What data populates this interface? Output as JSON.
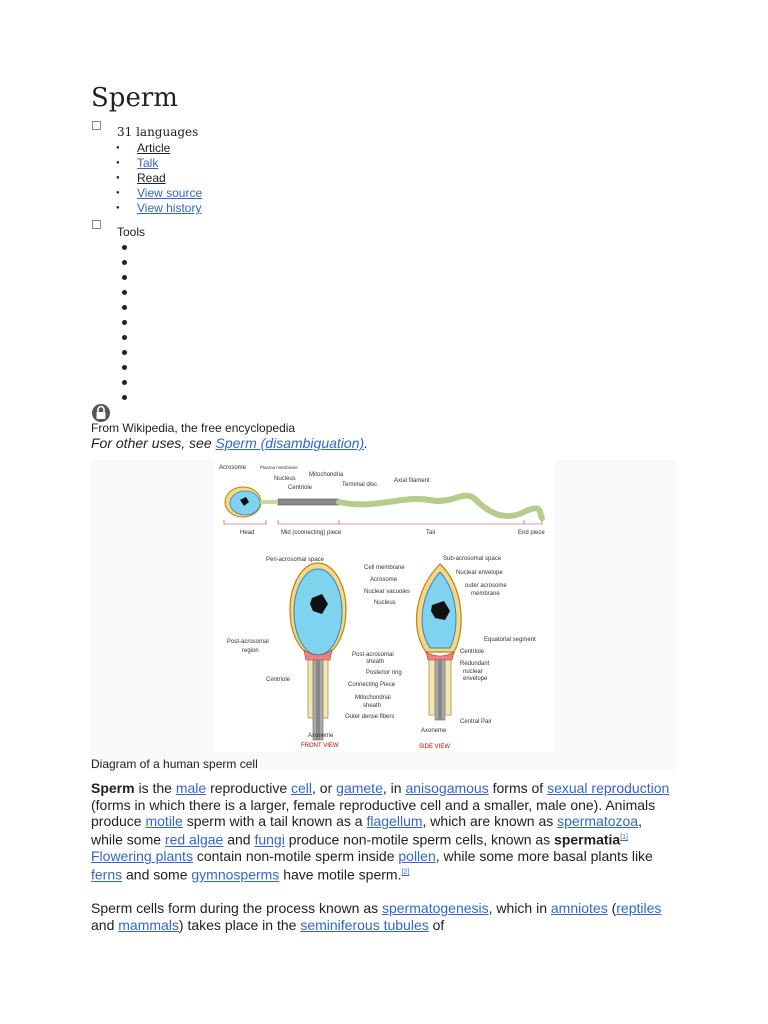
{
  "page": {
    "title": "Sperm"
  },
  "languages": {
    "label": "31 languages"
  },
  "views": [
    {
      "label": "Article"
    },
    {
      "label": "Talk"
    },
    {
      "label": "Read"
    },
    {
      "label": "View source"
    },
    {
      "label": "View history"
    }
  ],
  "tools": {
    "label": "Tools"
  },
  "lock_icon": "lock-icon",
  "from_wikipedia": "From Wikipedia, the free encyclopedia",
  "hatnote": {
    "prefix": "For other uses, see ",
    "link": "Sperm (disambiguation)",
    "suffix": "."
  },
  "figure": {
    "caption": "Diagram of a human sperm cell",
    "top_labels": {
      "acrosome": "Acrosome",
      "plasma": "Plasma membrane",
      "mito": "Mitochondria",
      "nucleus": "Nucleus",
      "centriole": "Centriole",
      "terminal": "Terminal disc",
      "axial": "Axial filament",
      "head": "Head",
      "mid": "Mid (connecting) piece",
      "tail": "Tail",
      "end": "End piece"
    },
    "front_labels": {
      "periacro": "Peri-acrosomal space",
      "cellmem": "Cell membrane",
      "acrosome": "Acrosome",
      "vacuoles": "Nuclear vacuoles",
      "nucleus": "Nucleus",
      "postacro1": "Post-acrosomal",
      "postacro2": "region",
      "centriole": "Centriole",
      "postsheath1": "Post-acrosomal",
      "postsheath2": "sheath",
      "posterior": "Posterior ring",
      "connecting": "Connecting Piece",
      "mitosheath1": "Mitochondrial",
      "mitosheath2": "sheath",
      "outerdense": "Outer dense fibers",
      "axoneme": "Axoneme",
      "view": "FRONT VIEW"
    },
    "side_labels": {
      "subacro": "Sub-acrosomal space",
      "nucenv": "Nuclear envelope",
      "outer1": "outer acrosome",
      "outer2": "membrane",
      "equatorial": "Equatorial segment",
      "centriole": "Centriole",
      "redundant1": "Redundant",
      "redundant2": "nuclear",
      "redundant3": "envelope",
      "central": "Central Pair",
      "axoneme": "Axoneme",
      "view": "SIDE VIEW"
    }
  },
  "para1": {
    "bold": "Sperm",
    "t1": " is the ",
    "l1": "male",
    "t2": " reproductive ",
    "l2": "cell",
    "t3": ", or ",
    "l3": "gamete",
    "t4": ", in ",
    "l4": "anisogamous",
    "t5": " forms of ",
    "l5": "sexual reproduction",
    "t6": " (forms in which there is a larger, female reproductive cell and a smaller, male one). Animals produce ",
    "l6": "motile",
    "t7": " sperm with a tail known as a ",
    "l7": "flagellum",
    "t8": ", which are known as ",
    "l8": "spermatozoa",
    "t9": ", while some ",
    "l9": "red algae",
    "t10": " and ",
    "l10": "fungi",
    "t11": " produce non-motile sperm cells, known as ",
    "bold2": "spermatia",
    "ref1": "[1]",
    "t12": " ",
    "l11": "Flowering plants",
    "t13": " contain non-motile sperm inside ",
    "l12": "pollen",
    "t14": ", while some more basal plants like ",
    "l13": "ferns",
    "t15": " and some ",
    "l14": "gymnosperms",
    "t16": " have motile sperm.",
    "ref2": "[2]"
  },
  "para2": {
    "t1": "Sperm cells form during the process known as ",
    "l1": "spermatogenesis",
    "t2": ", which in ",
    "l2": "amniotes",
    "t3": " (",
    "l3": "reptiles",
    "t4": " and ",
    "l4": "mammals",
    "t5": ") takes place in the ",
    "l5": "seminiferous tubules",
    "t6": " of"
  }
}
